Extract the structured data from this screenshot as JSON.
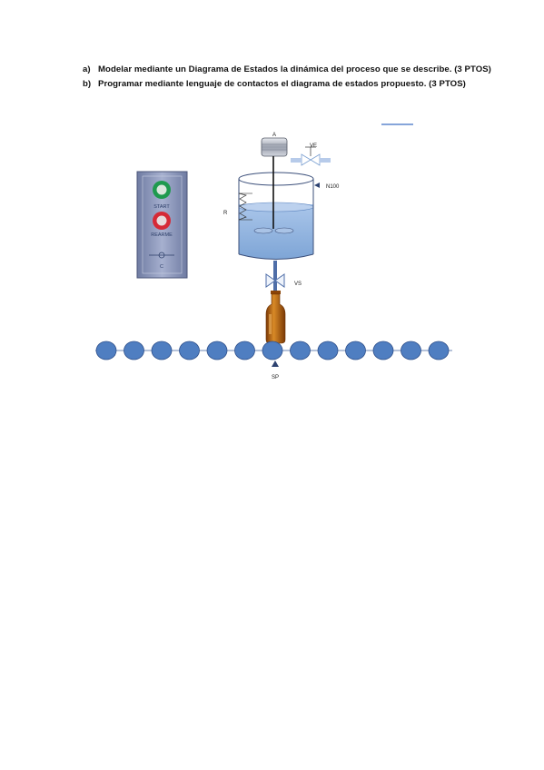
{
  "questions": [
    {
      "label": "a)",
      "text": "Modelar mediante un Diagrama de Estados la dinámica del proceso que se describe. (3 PTOS)"
    },
    {
      "label": "b)",
      "text": "Programar mediante lenguaje de contactos el diagrama de estados propuesto. (3 PTOS)"
    }
  ],
  "diagram": {
    "panel": {
      "start_label": "START",
      "rearme_label": "REARME",
      "c_label": "C"
    },
    "labels": {
      "motor": "A",
      "inlet_valve": "VE",
      "level_sensor": "N100",
      "heater": "R",
      "outlet_valve": "VS",
      "bottle_sensor": "SP"
    },
    "colors": {
      "panel": "#8d98ba",
      "start_button": "#1f9a4e",
      "rearme_button": "#d62a36",
      "liquid": "#8fb4df",
      "conveyor_roller": "#4f7ec1",
      "bottle": "#b8640f"
    }
  }
}
